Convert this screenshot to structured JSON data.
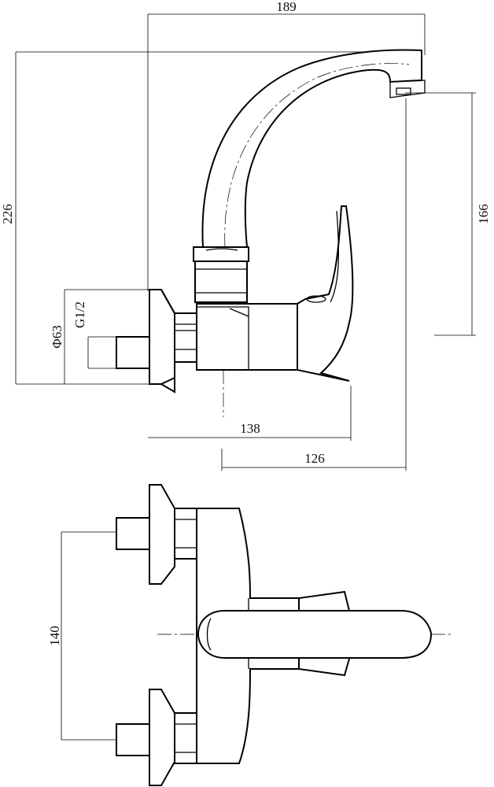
{
  "drawing": {
    "dimensions": {
      "overall_width": "189",
      "overall_height": "226",
      "spout_height": "166",
      "inlet_thread": "G1/2",
      "flange_diameter": "Φ63",
      "body_length": "138",
      "spout_reach": "126",
      "inlet_spacing": "140"
    }
  }
}
